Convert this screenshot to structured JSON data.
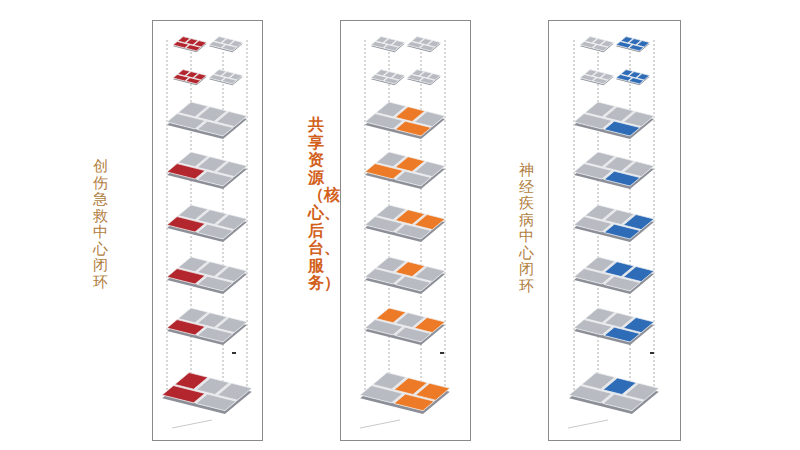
{
  "diagram": {
    "labels": [
      "创伤急救中心闭环",
      "共享资源（核心、后台、服务）",
      "神经疾病中心闭环"
    ]
  }
}
